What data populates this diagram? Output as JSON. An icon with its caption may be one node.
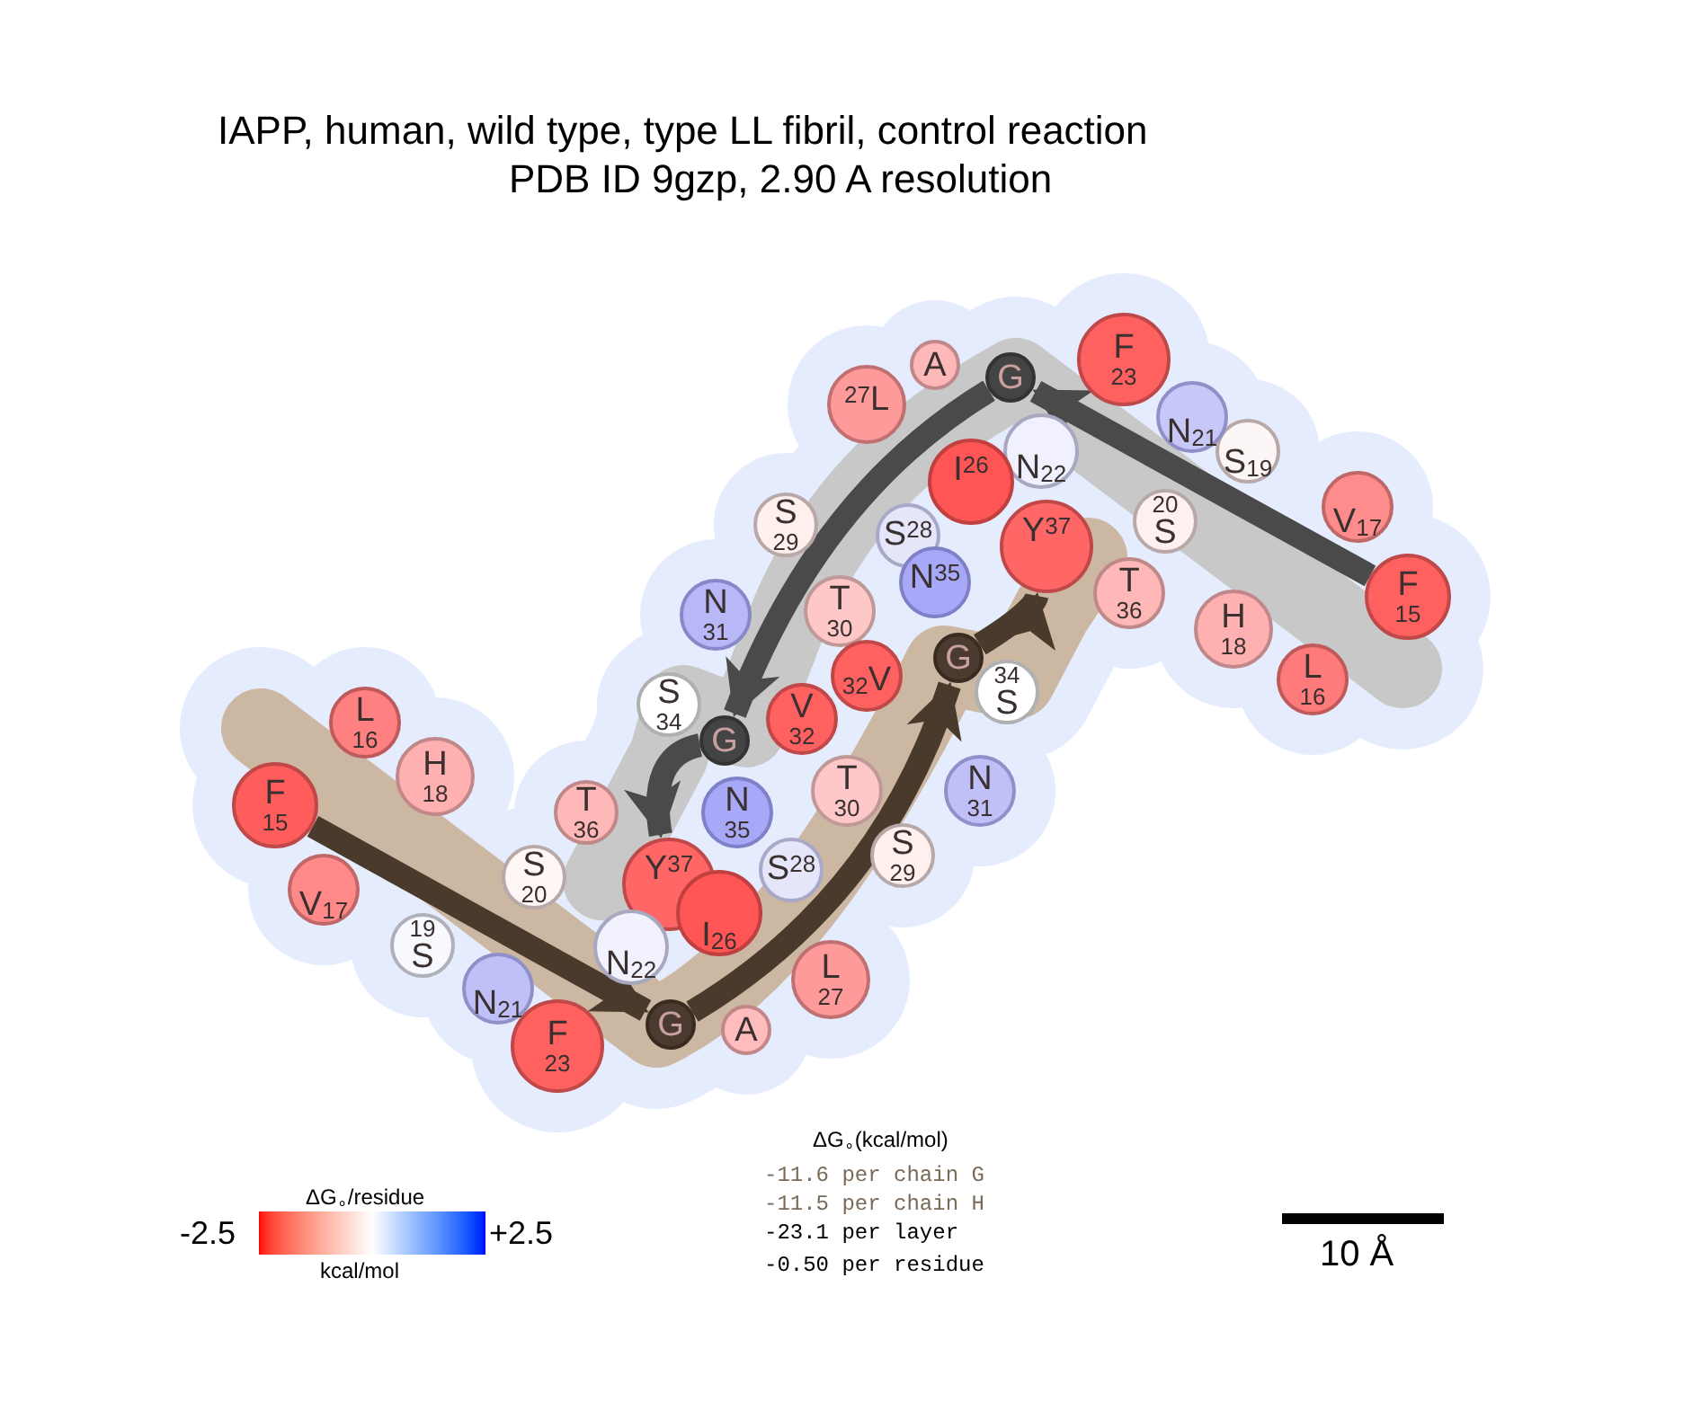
{
  "diagram": {
    "title": "IAPP, human, wild type, type LL fibril, control reaction",
    "nodes": [
      {
        "text": [
          "F",
          "15"
        ]
      },
      {
        "text": [
          "L",
          "16"
        ]
      },
      {
        "text": [
          "V",
          "17"
        ]
      },
      {
        "text": [
          "H",
          "18"
        ]
      },
      {
        "text": [
          "S",
          "19"
        ]
      },
      {
        "text": [
          "20",
          "S"
        ]
      },
      {
        "text": [
          "N",
          "21"
        ]
      },
      {
        "text": [
          "N",
          "22"
        ]
      },
      {
        "text": [
          "F",
          "23"
        ]
      },
      {
        "text": [
          "G"
        ]
      },
      {
        "text": [
          "A"
        ]
      },
      {
        "text": [
          "27",
          "L"
        ]
      },
      {
        "text": [
          "I",
          "26"
        ]
      },
      {
        "text": [
          "S",
          "28"
        ]
      },
      {
        "text": [
          "S",
          "29"
        ]
      },
      {
        "text": [
          "T",
          "30"
        ]
      },
      {
        "text": [
          "N",
          "31"
        ]
      },
      {
        "text": [
          "V",
          "32"
        ]
      },
      {
        "text": [
          "G"
        ]
      },
      {
        "text": [
          "S",
          "34"
        ]
      },
      {
        "text": [
          "N",
          "35"
        ]
      },
      {
        "text": [
          "T",
          "36"
        ]
      },
      {
        "text": [
          "Y",
          "37"
        ]
      },
      {
        "text": [
          "F",
          "15"
        ]
      },
      {
        "text": [
          "L",
          "16"
        ]
      },
      {
        "text": [
          "V",
          "17"
        ]
      },
      {
        "text": [
          "H",
          "18"
        ]
      },
      {
        "text": [
          "19",
          "S"
        ]
      },
      {
        "text": [
          "S",
          "20"
        ]
      },
      {
        "text": [
          "N",
          "21"
        ]
      },
      {
        "text": [
          "N",
          "22"
        ]
      },
      {
        "text": [
          "F",
          "23"
        ]
      },
      {
        "text": [
          "G"
        ]
      },
      {
        "text": [
          "A"
        ]
      },
      {
        "text": [
          "I",
          "26"
        ]
      },
      {
        "text": [
          "L",
          "27"
        ]
      },
      {
        "text": [
          "S",
          "28"
        ]
      },
      {
        "text": [
          "S",
          "29"
        ]
      },
      {
        "text": [
          "T",
          "30"
        ]
      },
      {
        "text": [
          "N",
          "31"
        ]
      },
      {
        "text": [
          "32",
          "V"
        ]
      },
      {
        "text": [
          "G"
        ]
      },
      {
        "text": [
          "34",
          "S"
        ]
      },
      {
        "text": [
          "N",
          "35"
        ]
      },
      {
        "text": [
          "T",
          "36"
        ]
      },
      {
        "text": [
          "Y",
          "37"
        ]
      }
    ],
    "edges": [
      {
        "from": 0,
        "to": 9,
        "arrow": "to"
      },
      {
        "from": 9,
        "to": 18,
        "arrow": "to"
      },
      {
        "from": 18,
        "to": 22,
        "arrow": "to"
      },
      {
        "from": 23,
        "to": 32,
        "arrow": "to",
        "color": "#4a3a2c"
      },
      {
        "from": 32,
        "to": 41,
        "arrow": "to",
        "color": "#4a3a2c"
      },
      {
        "from": 41,
        "to": 45,
        "arrow": "to",
        "color": "#4a3a2c"
      }
    ],
    "labels": [
      "PDB ID 9gzp, 2.90 A resolution",
      "ΔG$_{∘}$/residue",
      "-2.5",
      "+2.5",
      "kcal/mol",
      "ΔG$_{∘}$(kcal/mol)",
      "-11.6 per chain G",
      "-11.5 per chain H",
      "-23.1 per layer",
      "-0.50 per residue",
      "10 Å"
    ]
  }
}
